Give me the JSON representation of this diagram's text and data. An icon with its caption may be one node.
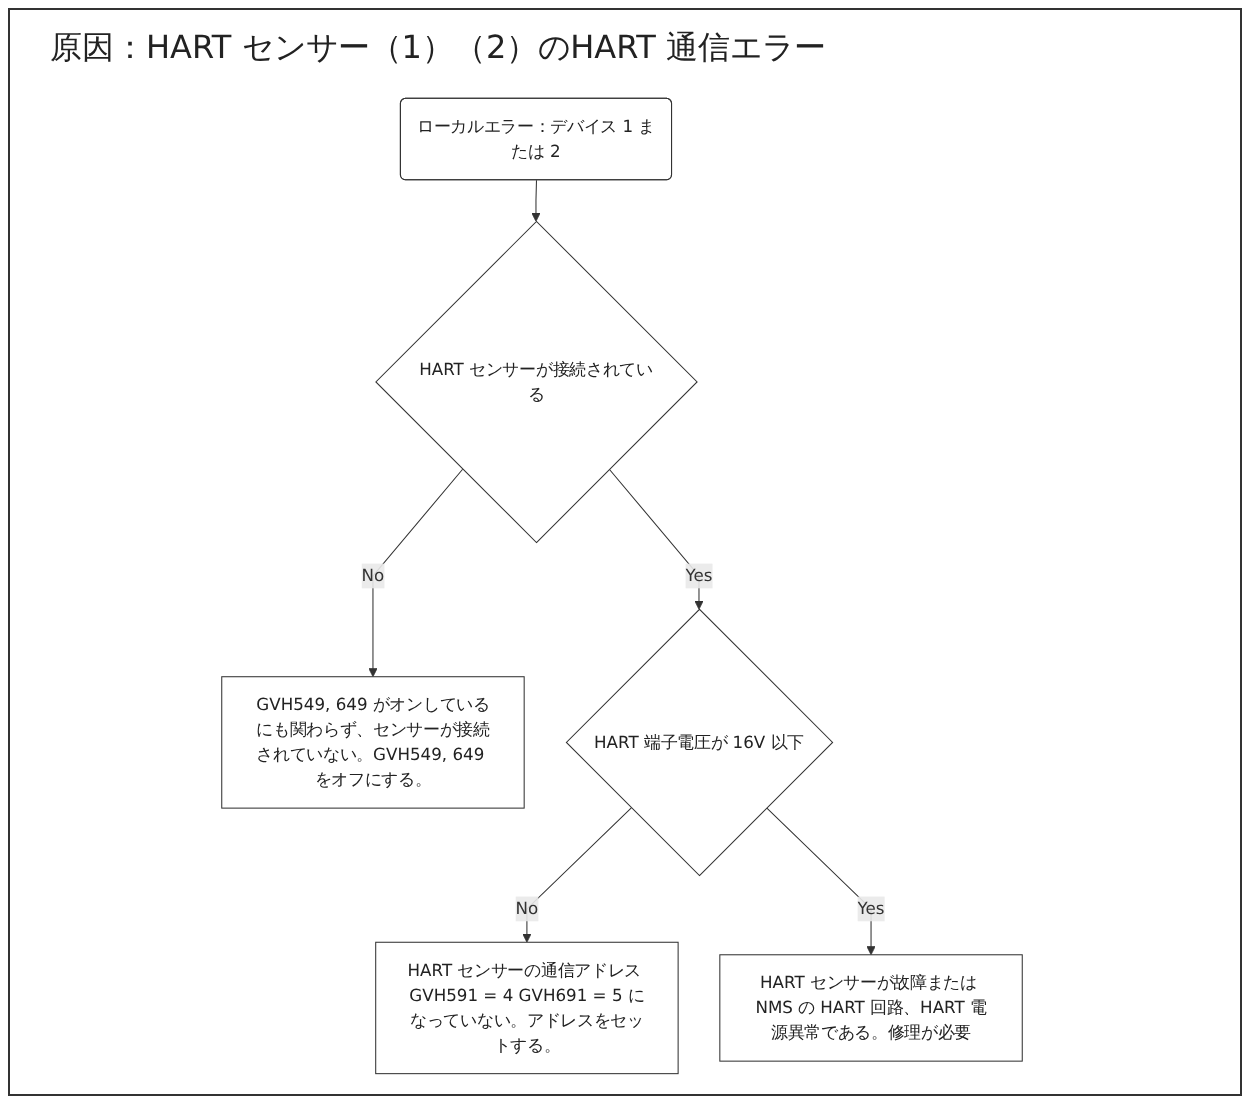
{
  "diagram": {
    "nodes": [
      {
        "text": [
          "ローカルエラー：デバイス 1 または 2"
        ]
      },
      {
        "text": [
          "HART センサーが接続されている"
        ]
      },
      {
        "text": [
          "GVH549, 649 がオンしているにも関わらず、センサーが接続されていない。GVH549, 649 をオフにする。"
        ]
      },
      {
        "text": [
          "HART 端子電圧が 16V 以下"
        ]
      },
      {
        "text": [
          "HART センサーの通信アドレス GVH591 = 4 GVH691 = 5 になっていない。アドレスをセットする。"
        ]
      },
      {
        "text": [
          "HART センサーが故障または NMS の HART 回路、HART 電源異常である。修理が必要"
        ]
      }
    ],
    "edges": [
      {
        "from": 0,
        "to": 1,
        "arrow": "to"
      },
      {
        "from": 1,
        "to": 2,
        "label": "No",
        "arrow": "to"
      },
      {
        "from": 1,
        "to": 3,
        "label": "Yes",
        "arrow": "to"
      },
      {
        "from": 3,
        "to": 4,
        "label": "No",
        "arrow": "to"
      },
      {
        "from": 3,
        "to": 5,
        "label": "Yes",
        "arrow": "to"
      }
    ],
    "labels": [
      "原因：HART センサー（1）（2）のHART 通信エラー"
    ]
  }
}
